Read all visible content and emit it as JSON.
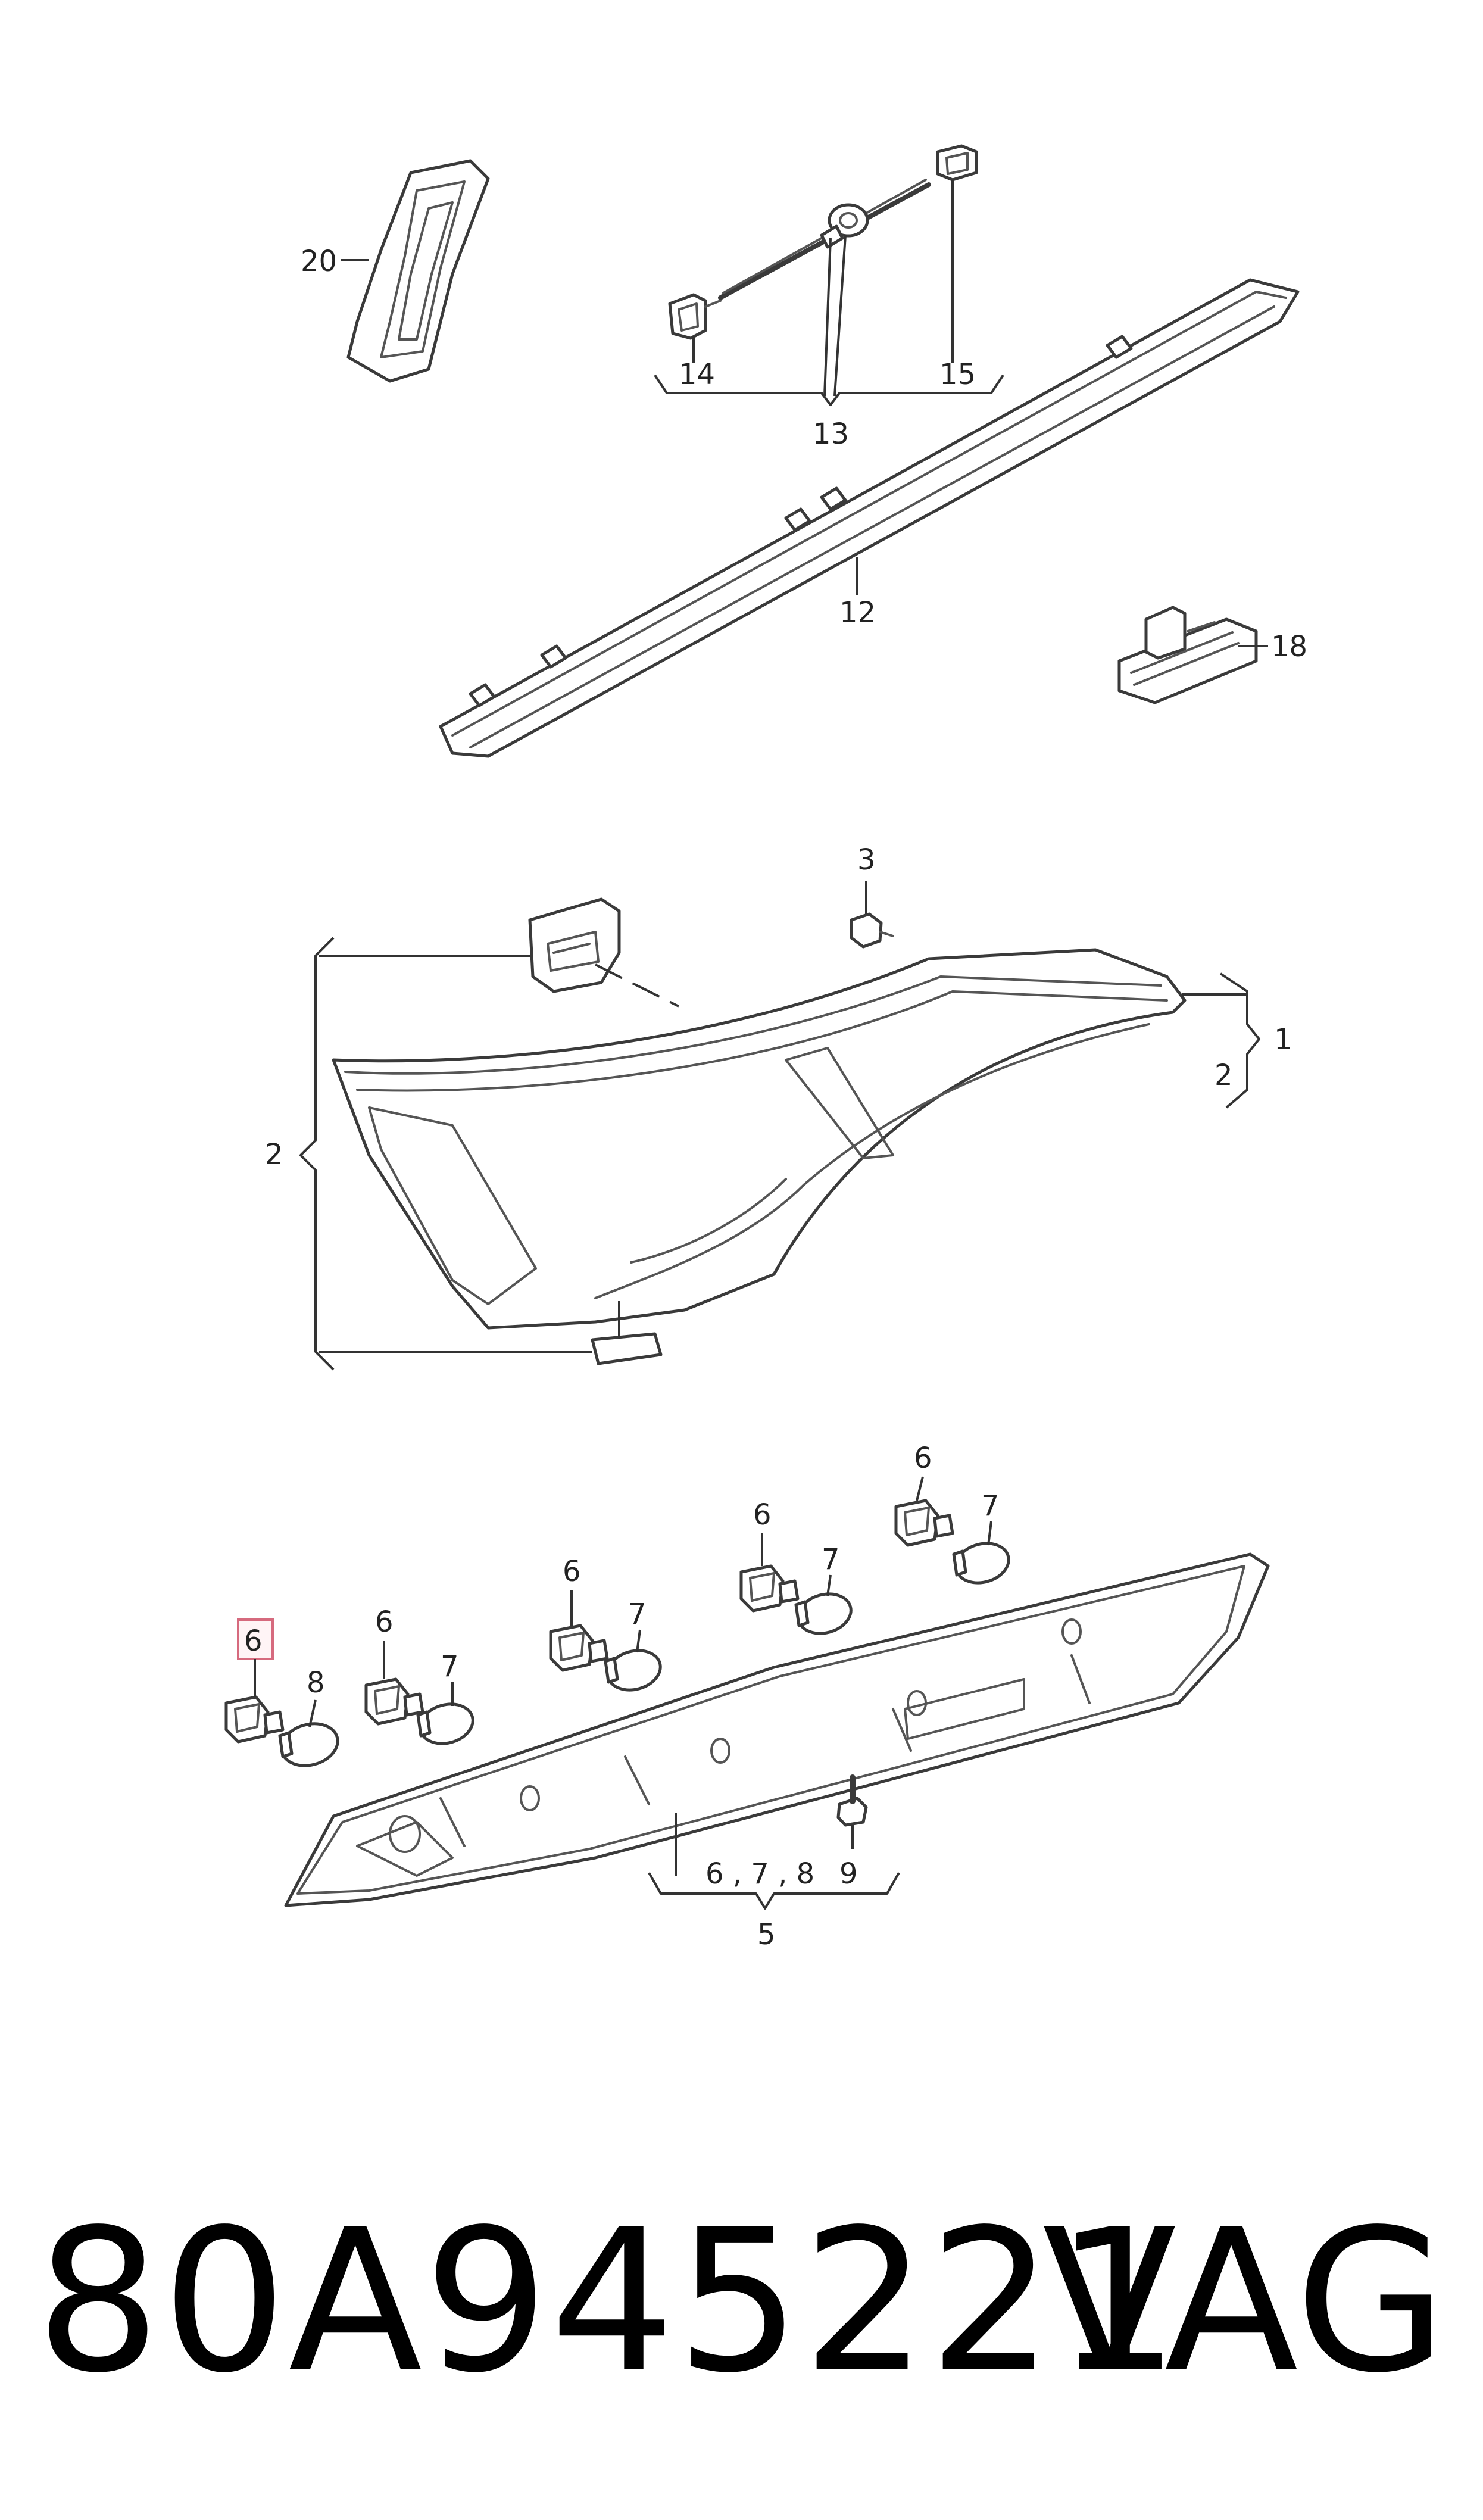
{
  "callouts": {
    "c20": "20",
    "c14": "14",
    "c15": "15",
    "c13": "13",
    "c12": "12",
    "c18": "18",
    "c3": "3",
    "c1": "1",
    "c2_right": "2",
    "c2_left": "2",
    "c6_a": "6",
    "c6_b": "6",
    "c6_c": "6",
    "c6_d": "6",
    "c6_e": "6",
    "c7_a": "7",
    "c7_b": "7",
    "c7_c": "7",
    "c7_d": "7",
    "c8": "8",
    "c678": "6 , 7 , 8",
    "c9": "9",
    "c5": "5"
  },
  "highlighted_callout": "6",
  "part_number": "80A945221",
  "brand": "VAG"
}
